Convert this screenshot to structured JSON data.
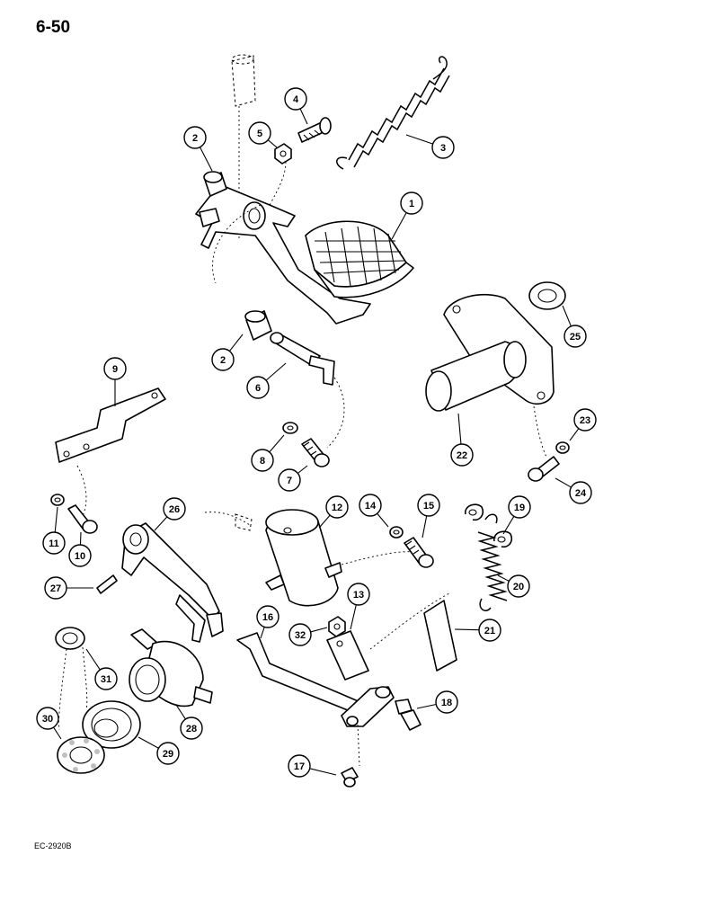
{
  "page": {
    "page_number": "6-50",
    "figure_code": "EC-2920B"
  },
  "callouts": [
    "1",
    "2",
    "3",
    "4",
    "5",
    "2",
    "6",
    "7",
    "8",
    "9",
    "10",
    "11",
    "12",
    "13",
    "14",
    "15",
    "16",
    "17",
    "18",
    "19",
    "20",
    "21",
    "22",
    "23",
    "24",
    "25",
    "26",
    "27",
    "28",
    "29",
    "30",
    "31",
    "32"
  ]
}
